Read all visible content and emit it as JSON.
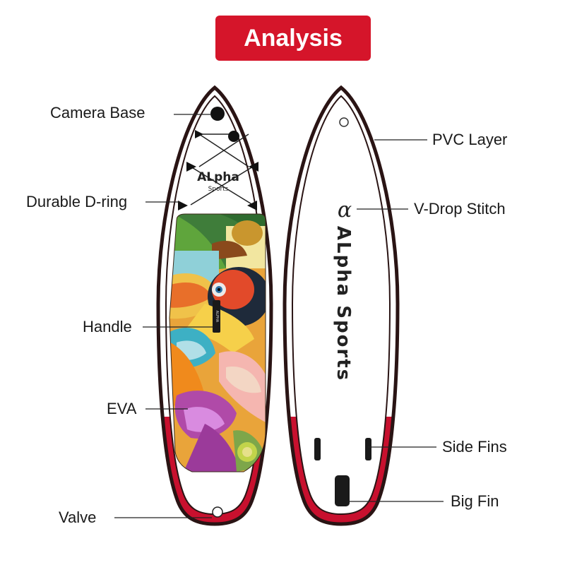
{
  "title": "Analysis",
  "colors": {
    "accent": "#d5152a",
    "outline": "#2a1414",
    "rail_red": "#c8102e",
    "board_fill": "#ffffff"
  },
  "board_top": {
    "logo_line1": "ALpha",
    "logo_line2": "Sports",
    "handle_text": "ALPHA",
    "deck_art": "toucan-floral-illustration"
  },
  "board_bottom": {
    "logo_glyph": "α",
    "vertical_text": "ALpha Sports"
  },
  "labels": {
    "camera_base": "Camera Base",
    "durable_d_ring": "Durable D-ring",
    "handle": "Handle",
    "eva": "EVA",
    "valve": "Valve",
    "pvc_layer": "PVC Layer",
    "v_drop_stitch": "V-Drop Stitch",
    "side_fins": "Side Fins",
    "big_fin": "Big Fin"
  }
}
